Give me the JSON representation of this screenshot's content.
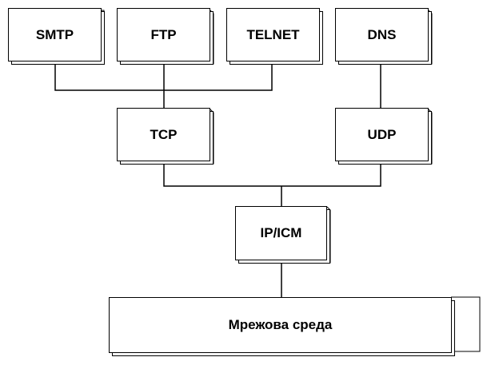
{
  "diagram": {
    "nodes": {
      "smtp": "SMTP",
      "ftp": "FTP",
      "telnet": "TELNET",
      "dns": "DNS",
      "tcp": "TCP",
      "udp": "UDP",
      "ip": "IP/ICM",
      "network": "Мрежова среда"
    },
    "edges": [
      [
        "smtp",
        "tcp"
      ],
      [
        "ftp",
        "tcp"
      ],
      [
        "telnet",
        "tcp"
      ],
      [
        "dns",
        "udp"
      ],
      [
        "tcp",
        "ip"
      ],
      [
        "udp",
        "ip"
      ],
      [
        "ip",
        "network"
      ]
    ],
    "colors": {
      "line": "#000000",
      "fill": "#ffffff",
      "text": "#000000"
    }
  }
}
